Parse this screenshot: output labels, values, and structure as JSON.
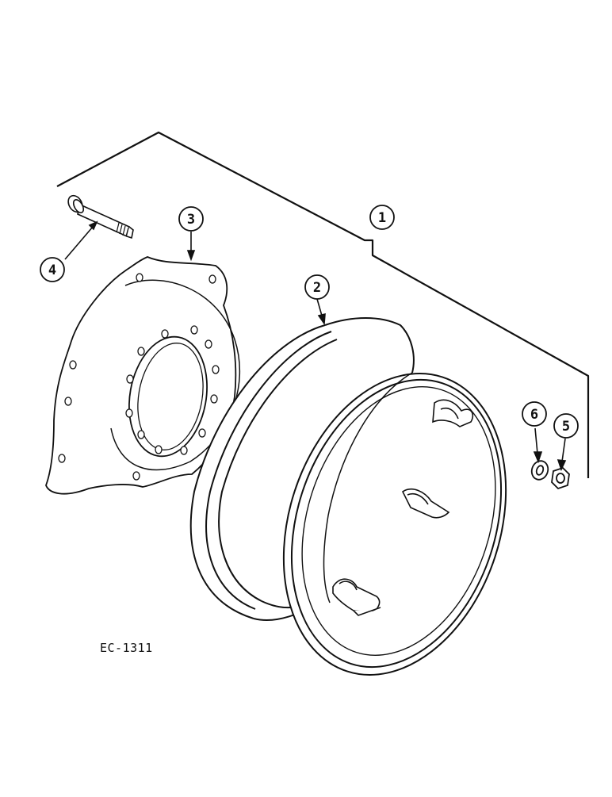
{
  "diagram": {
    "callouts": {
      "c1": "1",
      "c2": "2",
      "c3": "3",
      "c4": "4",
      "c5": "5",
      "c6": "6"
    },
    "drawing_code": "EC-1311",
    "parts": [
      {
        "callout": "1",
        "icon": "wheel-assembly-bracket"
      },
      {
        "callout": "2",
        "icon": "wheel-rim"
      },
      {
        "callout": "3",
        "icon": "wheel-disc-center"
      },
      {
        "callout": "4",
        "icon": "bolt"
      },
      {
        "callout": "5",
        "icon": "nut"
      },
      {
        "callout": "6",
        "icon": "washer"
      }
    ],
    "colors": {
      "ink": "#111111",
      "paper": "#ffffff"
    }
  }
}
